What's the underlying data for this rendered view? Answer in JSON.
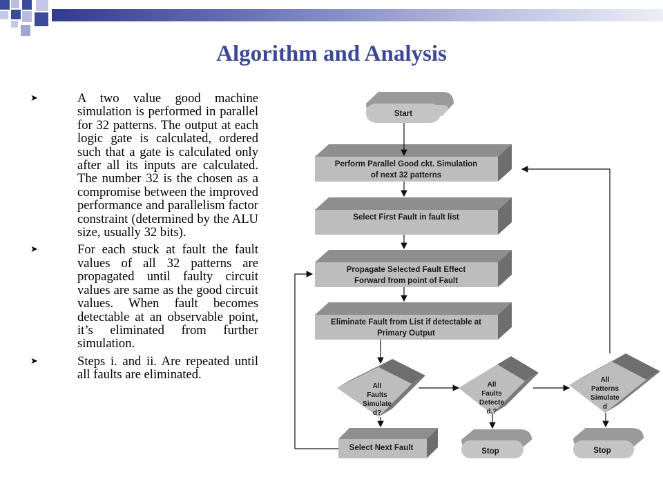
{
  "slide": {
    "title": "Algorithm and Analysis",
    "bullets": [
      "A two value good machine simulation is performed in parallel for 32 patterns. The output at each logic gate is calculated, ordered such that a gate is calculated only after all its inputs are calculated. The number 32 is the chosen as a compromise between the improved performance and parallelism factor constraint (determined by the ALU size, usually 32 bits).",
      "For each stuck at fault the fault values of all 32 patterns are propagated until faulty circuit values are same as the good circuit values. When fault becomes detectable at an observable point, it’s eliminated from further simulation.",
      "Steps i. and ii. Are repeated until all faults are eliminated."
    ],
    "bullet_icon": "arrowhead-bullet-icon",
    "colors": {
      "title": "#3c4894",
      "banner": "#303c8c",
      "box": "#bdbdbd"
    }
  },
  "flowchart": {
    "start": "Start",
    "box1_line1": "Perform Parallel Good ckt. Simulation",
    "box1_line2": "of next 32 patterns",
    "box2": "Select First Fault in fault list",
    "box3_line1": "Propagate Selected Fault Effect",
    "box3_line2": "Forward from point of Fault",
    "box4_line1": "Eliminate Fault from List if detectable at",
    "box4_line2": "Primary Output",
    "decision1": [
      "All",
      "Faults",
      "Simulate",
      "d?"
    ],
    "decision2": [
      "All",
      "Faults",
      "Detecte",
      "d.?"
    ],
    "decision3": [
      "All",
      "Patterns",
      "Simulate",
      "d"
    ],
    "select_next": "Select Next Fault",
    "stop1": "Stop",
    "stop2": "Stop"
  }
}
